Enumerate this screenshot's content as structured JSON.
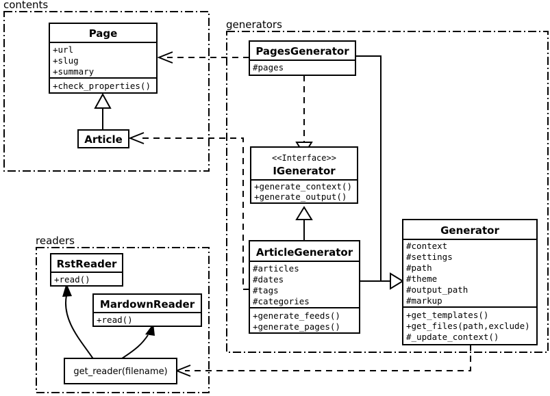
{
  "diagram": {
    "title": "Pelican static site generator class diagram",
    "type": "uml-class-diagram",
    "background": "#ffffff",
    "line_color": "#000000"
  },
  "packages": [
    {
      "id": "contents",
      "label": "contents"
    },
    {
      "id": "generators",
      "label": "generators"
    },
    {
      "id": "readers",
      "label": "readers"
    }
  ],
  "classes": [
    {
      "id": "page",
      "name": "Page",
      "package": "contents",
      "stereotype": "",
      "attributes": [
        "+url",
        "+slug",
        "+summary"
      ],
      "methods": [
        "+check_properties()"
      ]
    },
    {
      "id": "article",
      "name": "Article",
      "package": "contents",
      "stereotype": "",
      "attributes": [],
      "methods": []
    },
    {
      "id": "pages_generator",
      "name": "PagesGenerator",
      "package": "generators",
      "stereotype": "",
      "attributes": [
        "#pages"
      ],
      "methods": []
    },
    {
      "id": "igenerator",
      "name": "IGenerator",
      "package": "generators",
      "stereotype": "<<Interface>>",
      "attributes": [],
      "methods": [
        "+generate_context()",
        "+generate_output()"
      ]
    },
    {
      "id": "article_generator",
      "name": "ArticleGenerator",
      "package": "generators",
      "stereotype": "",
      "attributes": [
        "#articles",
        "#dates",
        "#tags",
        "#categories"
      ],
      "methods": [
        "+generate_feeds()",
        "+generate_pages()"
      ]
    },
    {
      "id": "generator",
      "name": "Generator",
      "package": "generators",
      "stereotype": "",
      "attributes": [
        "#context",
        "#settings",
        "#path",
        "#theme",
        "#output_path",
        "#markup"
      ],
      "methods": [
        "+get_templates()",
        "+get_files(path,exclude)",
        "#_update_context()"
      ]
    },
    {
      "id": "rst_reader",
      "name": "RstReader",
      "package": "readers",
      "stereotype": "",
      "attributes": [],
      "methods": [
        "+read()"
      ]
    },
    {
      "id": "mardown_reader",
      "name": "MardownReader",
      "package": "readers",
      "stereotype": "",
      "attributes": [],
      "methods": [
        "+read()"
      ]
    }
  ],
  "functions": [
    {
      "id": "get_reader",
      "label": "get_reader(filename)",
      "package": "readers"
    }
  ],
  "relations": [
    {
      "id": "r1",
      "from": "article",
      "to": "page",
      "kind": "generalization",
      "style": "solid",
      "arrow": "hollow-triangle"
    },
    {
      "id": "r2",
      "from": "pages_generator",
      "to": "igenerator",
      "kind": "realization",
      "style": "dashed",
      "arrow": "hollow-triangle"
    },
    {
      "id": "r3",
      "from": "article_generator",
      "to": "igenerator",
      "kind": "realization",
      "style": "solid",
      "arrow": "hollow-triangle"
    },
    {
      "id": "r4",
      "from": "pages_generator",
      "to": "generator",
      "kind": "generalization",
      "style": "solid",
      "arrow": "hollow-triangle"
    },
    {
      "id": "r5",
      "from": "article_generator",
      "to": "generator",
      "kind": "generalization",
      "style": "solid",
      "arrow": "hollow-triangle"
    },
    {
      "id": "r6",
      "from": "pages_generator",
      "to": "page",
      "kind": "dependency",
      "style": "dashed",
      "arrow": "open"
    },
    {
      "id": "r7",
      "from": "article_generator",
      "to": "article",
      "kind": "dependency",
      "style": "dashed",
      "arrow": "open"
    },
    {
      "id": "r8",
      "from": "generator",
      "to": "get_reader",
      "kind": "dependency",
      "style": "dashed",
      "arrow": "open"
    },
    {
      "id": "r9",
      "from": "get_reader",
      "to": "rst_reader",
      "kind": "instantiates",
      "style": "solid",
      "arrow": "filled"
    },
    {
      "id": "r10",
      "from": "get_reader",
      "to": "mardown_reader",
      "kind": "instantiates",
      "style": "solid",
      "arrow": "filled"
    }
  ]
}
